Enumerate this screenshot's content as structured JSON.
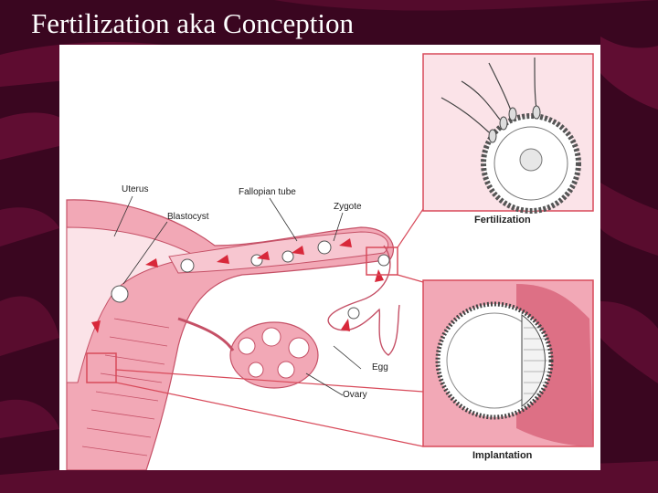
{
  "slide": {
    "title": "Fertilization aka Conception"
  },
  "diagram": {
    "labels": {
      "uterus": "Uterus",
      "fallopian_tube": "Fallopian tube",
      "zygote": "Zygote",
      "blastocyst": "Blastocyst",
      "egg": "Egg",
      "ovary": "Ovary"
    },
    "insets": {
      "fertilization": "Fertilization",
      "implantation": "Implantation"
    }
  },
  "colors": {
    "background": "#3a0620",
    "swirl": "#7a1240",
    "tissue": "#f2a8b6",
    "tissue_dark": "#d9667c",
    "arrow": "#d8283a",
    "inset_frame": "#d84a5a",
    "inset_fill": "#fbe3e8"
  }
}
